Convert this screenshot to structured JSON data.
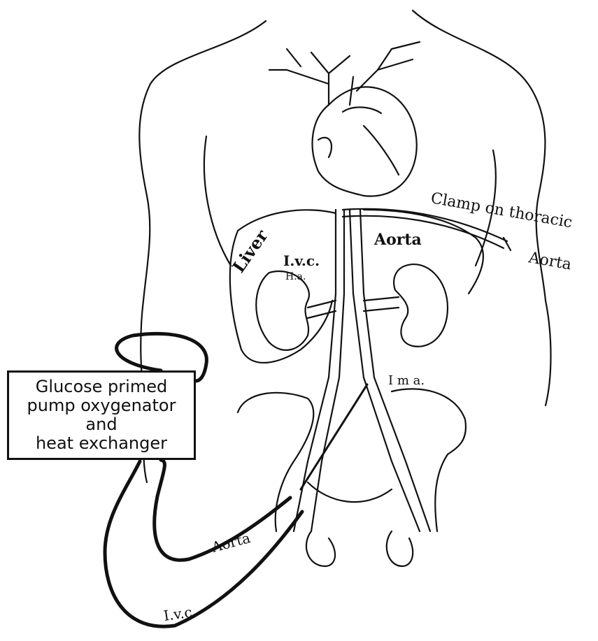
{
  "diagram": {
    "labels": {
      "clamp_line1": "Clamp on thoracic",
      "clamp_line2": "Aorta",
      "liver": "Liver",
      "ivc": "I.v.c.",
      "hv": "H.a.",
      "aorta": "Aorta",
      "ima": "I m a.",
      "fem_aorta": "Aorta",
      "fem_ivc": "I.v.c."
    },
    "pump_box": {
      "line1": "Glucose primed",
      "line2": "pump oxygenator",
      "line3": "and",
      "line4": "heat exchanger"
    }
  }
}
